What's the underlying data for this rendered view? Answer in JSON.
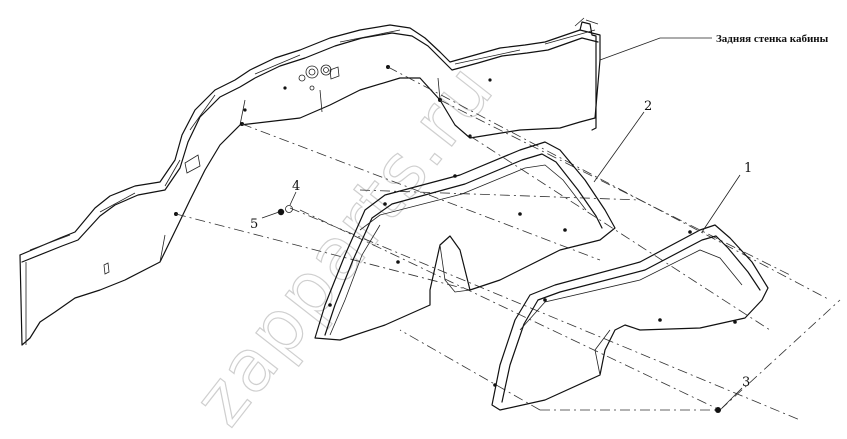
{
  "diagram": {
    "caption": "Задняя стенка кабины",
    "callouts": [
      "1",
      "2",
      "3",
      "4",
      "5"
    ],
    "watermark": "zapparts.ru"
  }
}
